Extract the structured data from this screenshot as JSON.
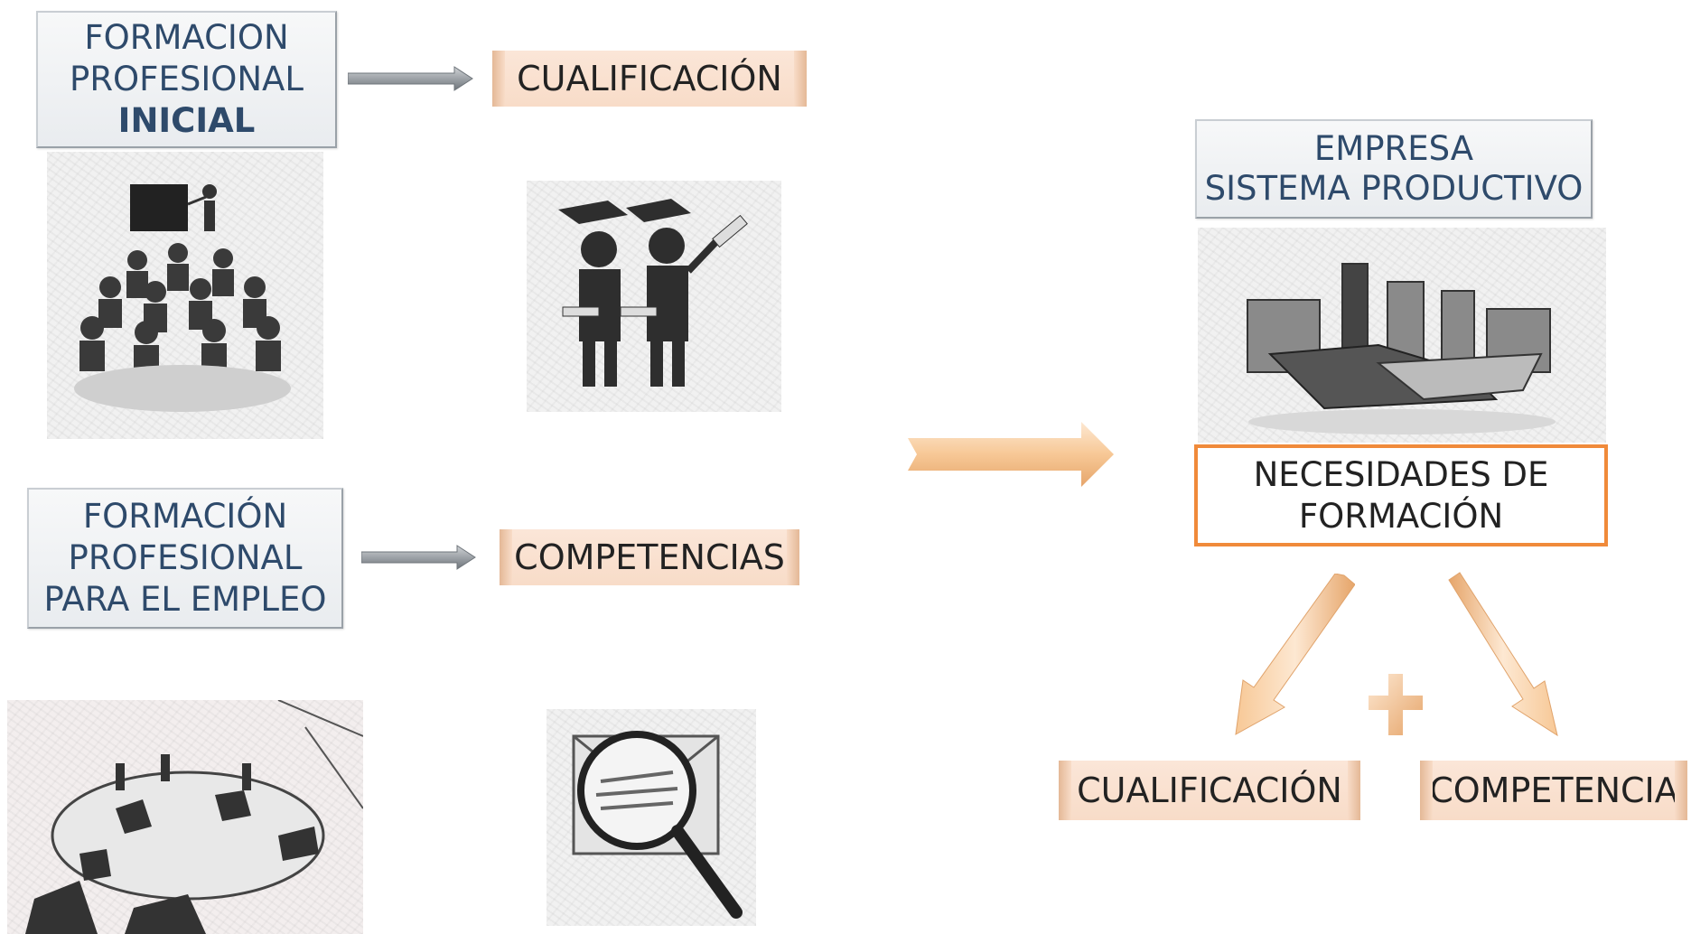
{
  "left_top": {
    "line1": "FORMACION",
    "line2": "PROFESIONAL",
    "line3": "INICIAL",
    "result": "CUALIFICACIÓN"
  },
  "left_bottom": {
    "line1": "FORMACIÓN",
    "line2": "PROFESIONAL",
    "line3": "PARA EL EMPLEO",
    "result": "COMPETENCIAS"
  },
  "right": {
    "company_line1": "EMPRESA",
    "company_line2": "SISTEMA PRODUCTIVO",
    "needs_line1": "NECESIDADES DE",
    "needs_line2": "FORMACIÓN",
    "out_left": "CUALIFICACIÓN",
    "out_right": "COMPETENCIA"
  },
  "icons": {
    "classroom": "classroom-sketch-icon",
    "graduates": "graduates-sketch-icon",
    "meeting": "meeting-table-sketch-icon",
    "magnifier": "magnifier-document-sketch-icon",
    "factory": "factory-sketch-icon",
    "plus": "plus-icon"
  },
  "colors": {
    "box_text": "#2e4a6b",
    "peach": "#f8dcc8",
    "orange_border": "#f08a3a",
    "arrow_grey": "#8a8f94",
    "arrow_orange": "#f5c08e"
  }
}
